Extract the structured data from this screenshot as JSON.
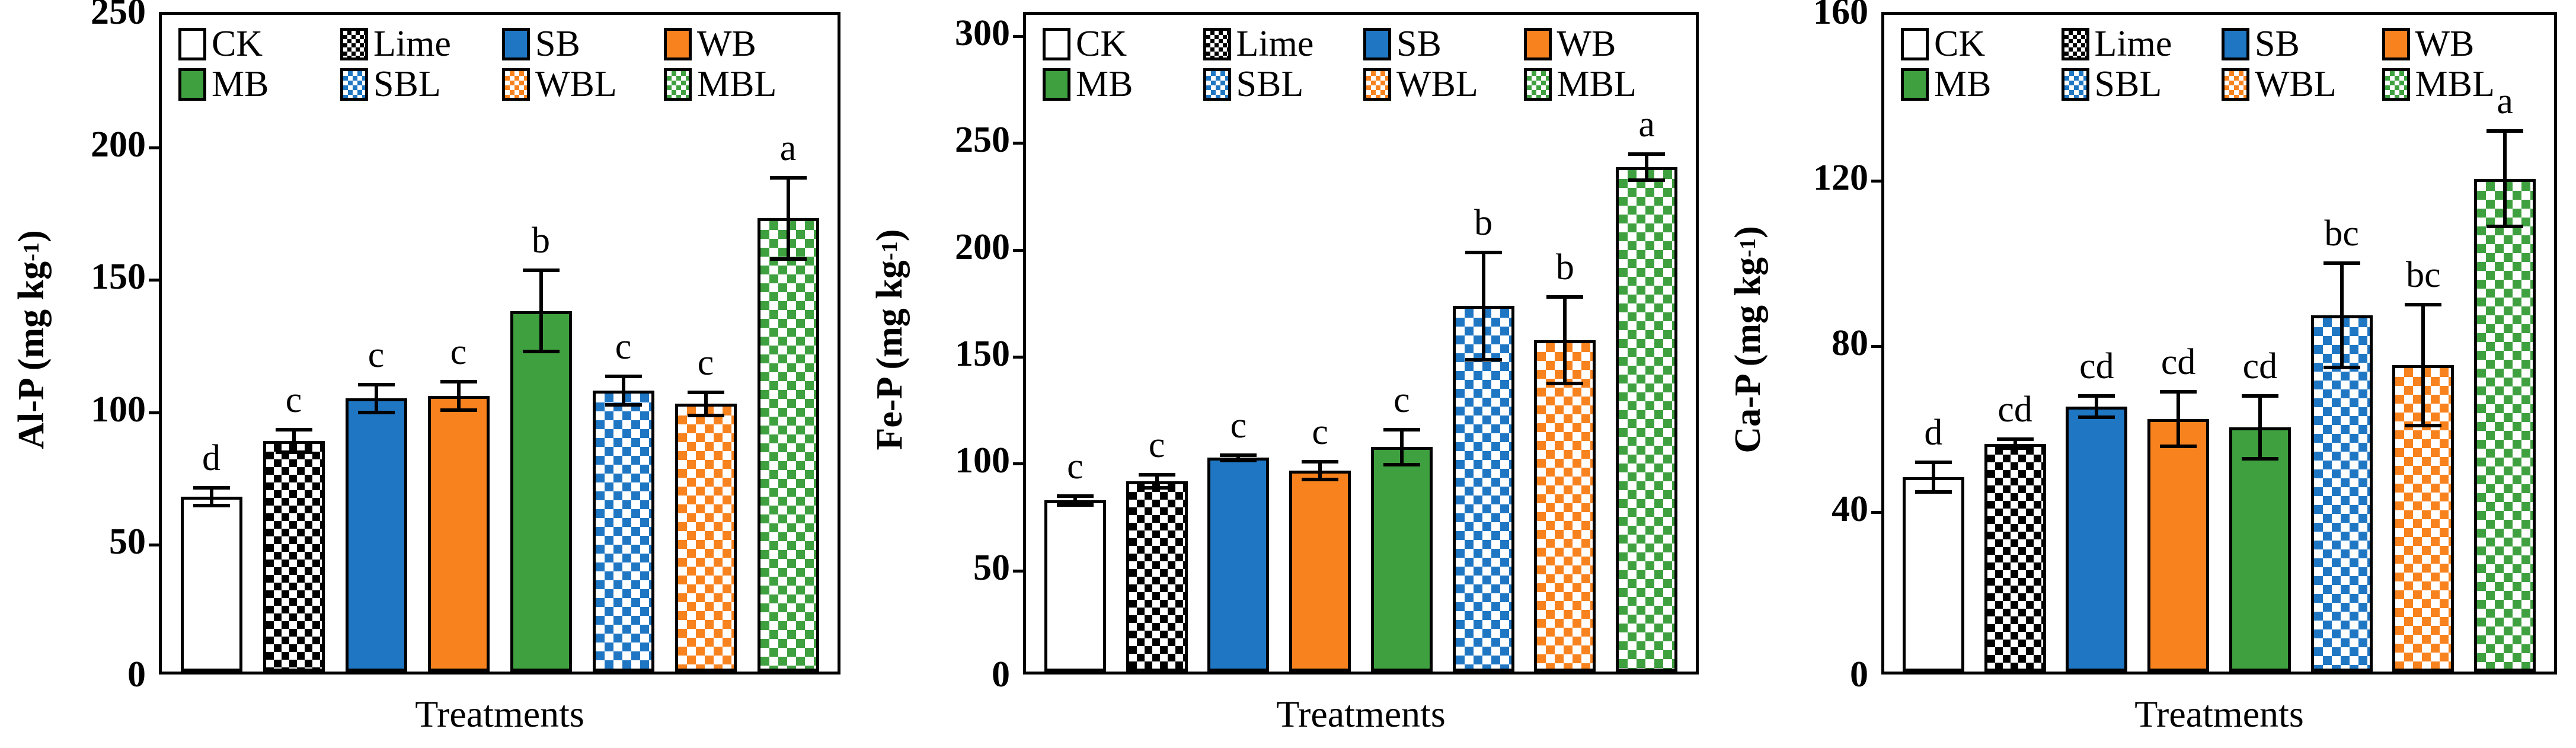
{
  "legend": {
    "items": [
      {
        "label": "CK",
        "fill": "white",
        "swatch": "sw-white"
      },
      {
        "label": "Lime",
        "fill": "checker-bk",
        "swatch": "sw-checker-bk"
      },
      {
        "label": "SB",
        "fill": "blue",
        "swatch": "sw-blue"
      },
      {
        "label": "WB",
        "fill": "orange",
        "swatch": "sw-orange"
      },
      {
        "label": "MB",
        "fill": "green",
        "swatch": "sw-green"
      },
      {
        "label": "SBL",
        "fill": "checker-blue",
        "swatch": "sw-checker-blue"
      },
      {
        "label": "WBL",
        "fill": "checker-orange",
        "swatch": "sw-checker-orange"
      },
      {
        "label": "MBL",
        "fill": "checker-green",
        "swatch": "sw-checker-green"
      }
    ]
  },
  "colors": {
    "blue": "#1f77c4",
    "orange": "#f7821e",
    "green": "#3fa03f",
    "black": "#000000",
    "white": "#ffffff"
  },
  "xlabel": "Treatments",
  "chart_data": [
    {
      "type": "bar",
      "panel": 1,
      "title": "",
      "xlabel": "Treatments",
      "ylabel": "Al-P (mg kg⁻¹)",
      "ylabel_main": "Al-P (mg kg",
      "ylabel_sup": "-1",
      "ylabel_tail": ")",
      "ylim": [
        0,
        250
      ],
      "yticks": [
        0,
        50,
        100,
        150,
        200,
        250
      ],
      "grid": false,
      "legend_position": "top-inside",
      "categories": [
        "CK",
        "Lime",
        "SB",
        "WB",
        "MB",
        "SBL",
        "WBL",
        "MBL"
      ],
      "values": [
        66,
        87,
        103,
        104,
        136,
        106,
        101,
        171
      ],
      "errors": [
        4,
        5,
        6,
        6,
        16,
        6,
        5,
        16
      ],
      "annotations": [
        "d",
        "c",
        "c",
        "c",
        "b",
        "c",
        "c",
        "a"
      ]
    },
    {
      "type": "bar",
      "panel": 2,
      "title": "",
      "xlabel": "Treatments",
      "ylabel": "Fe-P (mg kg⁻¹)",
      "ylabel_main": "Fe-P (mg kg",
      "ylabel_sup": "-1",
      "ylabel_tail": ")",
      "ylim": [
        0,
        310
      ],
      "yticks": [
        0,
        50,
        100,
        150,
        200,
        250,
        300
      ],
      "grid": false,
      "legend_position": "top-inside",
      "categories": [
        "CK",
        "Lime",
        "SB",
        "WB",
        "MB",
        "SBL",
        "WBL",
        "MBL"
      ],
      "values": [
        80,
        89,
        100,
        94,
        105,
        171,
        155,
        236
      ],
      "errors": [
        3,
        4,
        2,
        5,
        9,
        26,
        21,
        7
      ],
      "annotations": [
        "c",
        "c",
        "c",
        "c",
        "c",
        "b",
        "b",
        "a"
      ]
    },
    {
      "type": "bar",
      "panel": 3,
      "title": "",
      "xlabel": "Treatments",
      "ylabel": "Ca-P (mg kg⁻¹)",
      "ylabel_main": "Ca-P (mg kg",
      "ylabel_sup": "-1",
      "ylabel_tail": ")",
      "ylim": [
        0,
        160
      ],
      "yticks": [
        0,
        40,
        80,
        120,
        160
      ],
      "grid": false,
      "legend_position": "top-inside",
      "categories": [
        "CK",
        "Lime",
        "SB",
        "WB",
        "MB",
        "SBL",
        "WBL",
        "MBL"
      ],
      "values": [
        47,
        55,
        64,
        61,
        59,
        86,
        74,
        119
      ],
      "errors": [
        4,
        1.5,
        3,
        7,
        8,
        13,
        15,
        12
      ],
      "annotations": [
        "d",
        "cd",
        "cd",
        "cd",
        "cd",
        "bc",
        "bc",
        "a"
      ]
    }
  ]
}
